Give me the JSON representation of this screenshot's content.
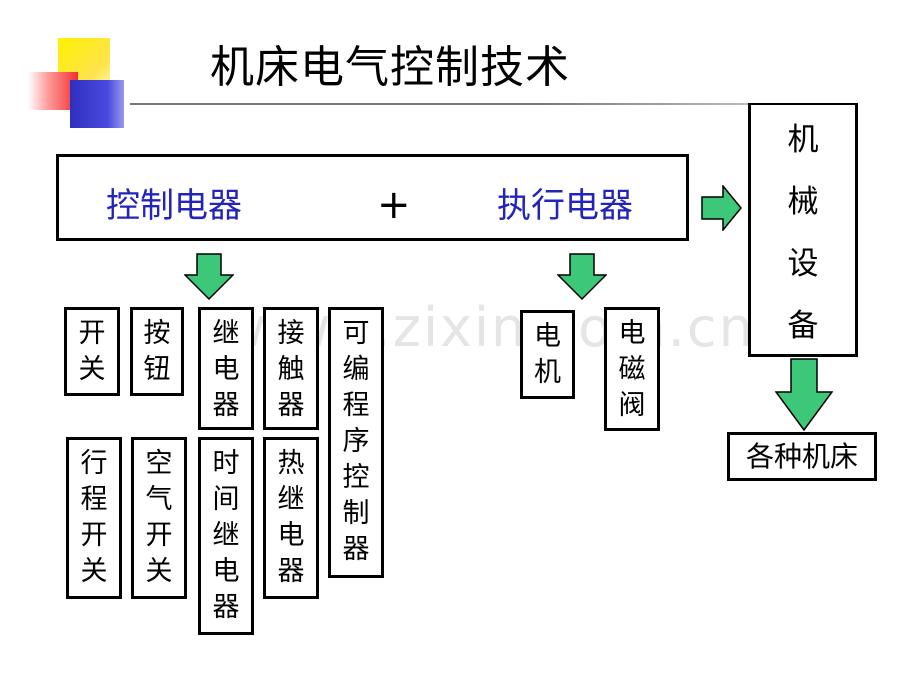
{
  "title": "机床电气控制技术",
  "main": {
    "control": "控制电器",
    "plus": "+",
    "execute": "执行电器"
  },
  "mechanical": [
    "机",
    "械",
    "设",
    "备"
  ],
  "machines": "各种机床",
  "control_items": [
    [
      "开",
      "关"
    ],
    [
      "按",
      "钮"
    ],
    [
      "继",
      "电",
      "器"
    ],
    [
      "接",
      "触",
      "器"
    ],
    [
      "可",
      "编",
      "程",
      "序",
      "控",
      "制",
      "器"
    ],
    [
      "行",
      "程",
      "开",
      "关"
    ],
    [
      "空",
      "气",
      "开",
      "关"
    ],
    [
      "时",
      "间",
      "继",
      "电",
      "器"
    ],
    [
      "热",
      "继",
      "电",
      "器"
    ]
  ],
  "execute_items": [
    [
      "电",
      "机"
    ],
    [
      "电",
      "磁",
      "阀"
    ]
  ],
  "watermark": "www.zixin.com.cn",
  "colors": {
    "accent_text": "#2424b8",
    "arrow_green": "#3cc878"
  }
}
